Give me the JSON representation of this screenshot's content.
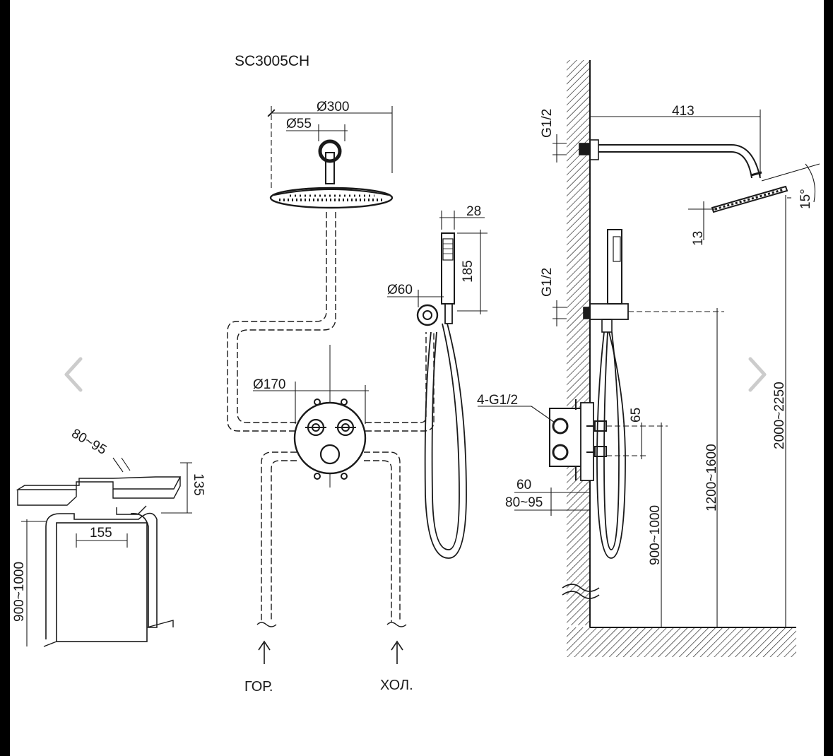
{
  "model": "SC3005CH",
  "labels": {
    "head_diameter": "Ø300",
    "arm_diameter": "Ø55",
    "hand_width": "28",
    "hand_length": "185",
    "holder_diameter": "Ø60",
    "plate_diameter": "Ø170",
    "hot": "ГОР.",
    "cold": "ХОЛ.",
    "arm_length": "413",
    "thread_top": "G1/2",
    "thread_holder": "G1/2",
    "angle": "15°",
    "head_thickness": "13",
    "valve_threads": "4-G1/2",
    "valve_spacing": "65",
    "valve_offset": "60",
    "valve_depth_side": "80~95",
    "valve_height_side": "900~1000",
    "holder_height": "1200~1600",
    "head_height": "2000~2250",
    "niche_depth": "80~95",
    "niche_width": "155",
    "niche_side": "135",
    "niche_height": "900~1000"
  },
  "colors": {
    "line": "#1a1a1a",
    "background": "#ffffff",
    "frame": "#000000",
    "nav": "#cccccc"
  },
  "nav": {
    "prev_icon": "chevron-left-icon",
    "next_icon": "chevron-right-icon"
  }
}
